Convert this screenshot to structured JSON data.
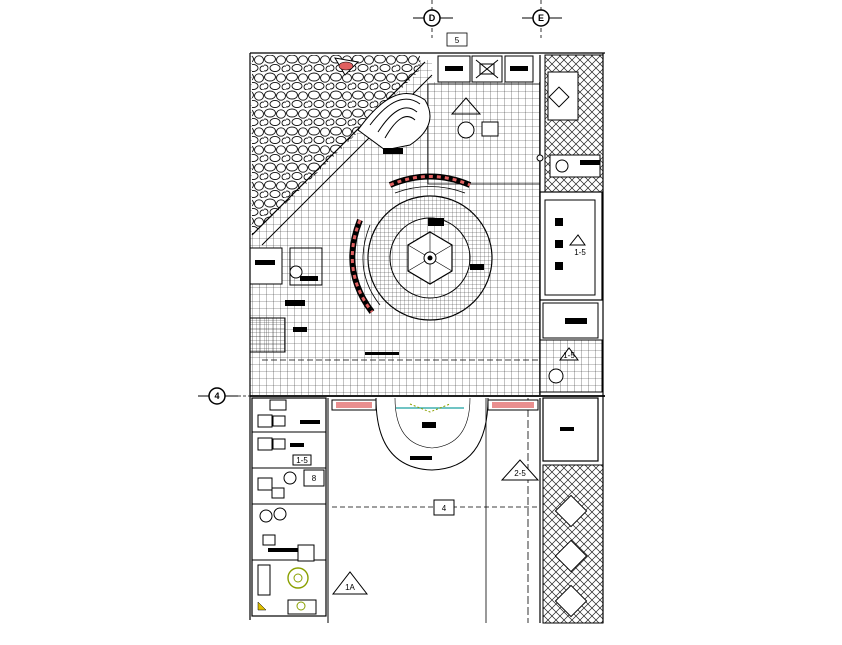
{
  "grid_axes": {
    "top_left": "D",
    "top_right": "E",
    "left": "4"
  },
  "room_tags": {
    "top_box": "5",
    "plaza_center": "4",
    "office_box": "8",
    "office_tag": "1-5",
    "right_tag": "1-5",
    "right_lower_tag": "1-5",
    "court_tri": "2-5",
    "bottom_tri": "1A"
  },
  "colors": {
    "line": "#000000",
    "hatch": "#555555",
    "accent_red": "#e06060",
    "accent_green": "#8aa000",
    "accent_cyan": "#40b0b0"
  }
}
